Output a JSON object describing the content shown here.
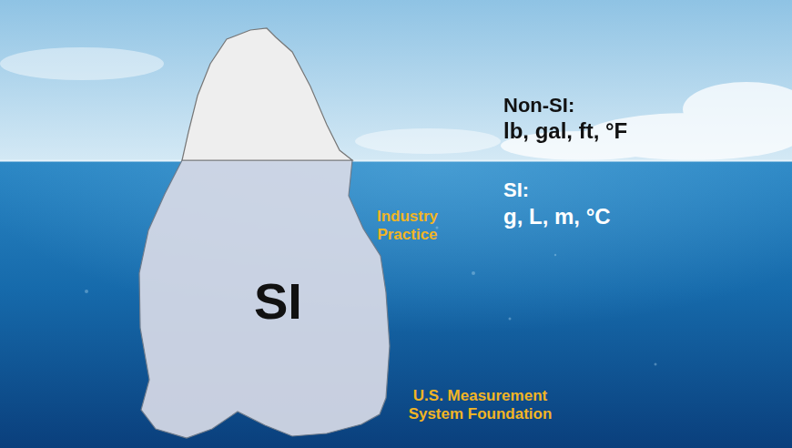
{
  "diagram": {
    "nodes": [
      {
        "text": [
          "SI"
        ]
      }
    ],
    "labels": [
      "Non-SI:",
      "lb, gal, ft, °F",
      "SI:",
      "g, L, m, °C",
      "Industry Practice",
      "U.S. Measurement System Foundation"
    ]
  }
}
